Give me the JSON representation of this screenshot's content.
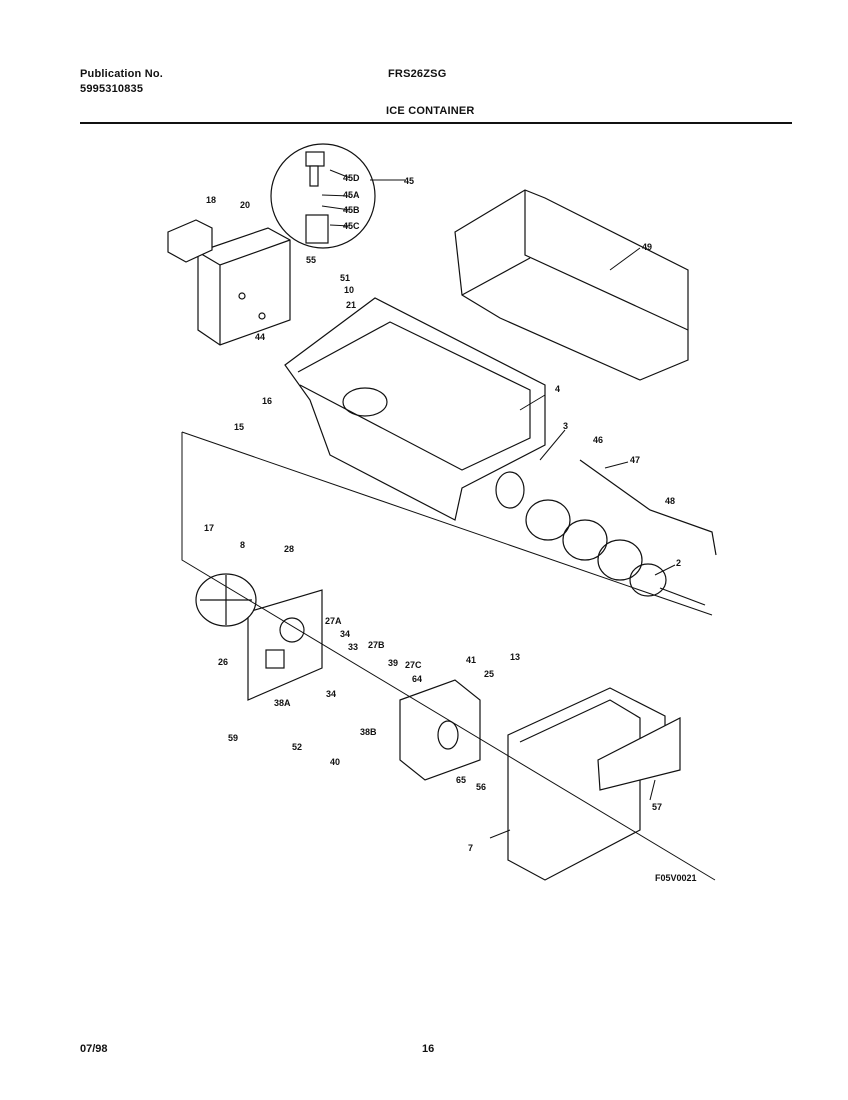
{
  "header": {
    "publication_label": "Publication No.",
    "publication_number": "5995310835",
    "model": "FRS26ZSG",
    "section_title": "ICE CONTAINER"
  },
  "diagram": {
    "figure_code": "F05V0021",
    "callouts": [
      "18",
      "20",
      "45",
      "45D",
      "45A",
      "45B",
      "45C",
      "49",
      "55",
      "51",
      "10",
      "21",
      "44",
      "16",
      "15",
      "4",
      "3",
      "46",
      "47",
      "48",
      "17",
      "8",
      "28",
      "2",
      "27A",
      "34",
      "33",
      "27B",
      "26",
      "27C",
      "39",
      "64",
      "41",
      "13",
      "25",
      "38A",
      "34",
      "38B",
      "59",
      "52",
      "40",
      "65",
      "56",
      "57",
      "7"
    ]
  },
  "footer": {
    "date": "07/98",
    "page": "16"
  }
}
